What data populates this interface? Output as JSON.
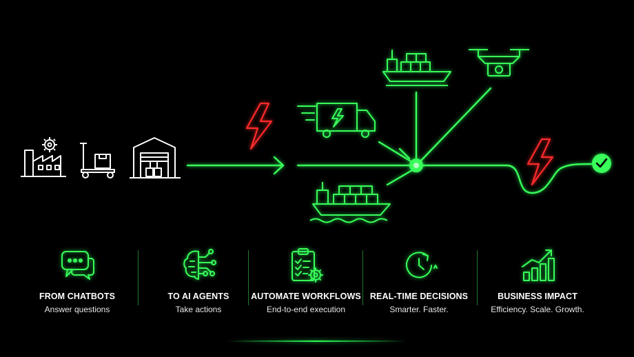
{
  "colors": {
    "background": "#000000",
    "accent": "#39ff5a",
    "alert": "#ff2a2a",
    "text": "#ffffff"
  },
  "flow": {
    "sources": [
      {
        "icon": "factory-icon"
      },
      {
        "icon": "pallet-jack-icon"
      },
      {
        "icon": "warehouse-icon"
      }
    ],
    "hub": {
      "icon": "hub-node-icon"
    },
    "destinations": [
      {
        "icon": "cargo-ship-icon"
      },
      {
        "icon": "drone-icon"
      },
      {
        "icon": "electric-truck-icon"
      },
      {
        "icon": "container-ship-icon"
      }
    ],
    "disruptions": [
      {
        "icon": "lightning-icon"
      },
      {
        "icon": "lightning-icon"
      }
    ],
    "outcome": {
      "icon": "checkmark-icon"
    }
  },
  "cards": [
    {
      "icon": "chat-bubbles-icon",
      "title": "FROM CHATBOTS",
      "subtitle": "Answer questions"
    },
    {
      "icon": "ai-brain-icon",
      "title": "TO AI AGENTS",
      "subtitle": "Take actions"
    },
    {
      "icon": "workflow-clipboard-icon",
      "title": "AUTOMATE WORKFLOWS",
      "subtitle": "End-to-end execution"
    },
    {
      "icon": "clock-icon",
      "title": "REAL-TIME DECISIONS",
      "subtitle": "Smarter. Faster."
    },
    {
      "icon": "growth-chart-icon",
      "title": "BUSINESS IMPACT",
      "subtitle": "Efficiency. Scale. Growth."
    }
  ]
}
